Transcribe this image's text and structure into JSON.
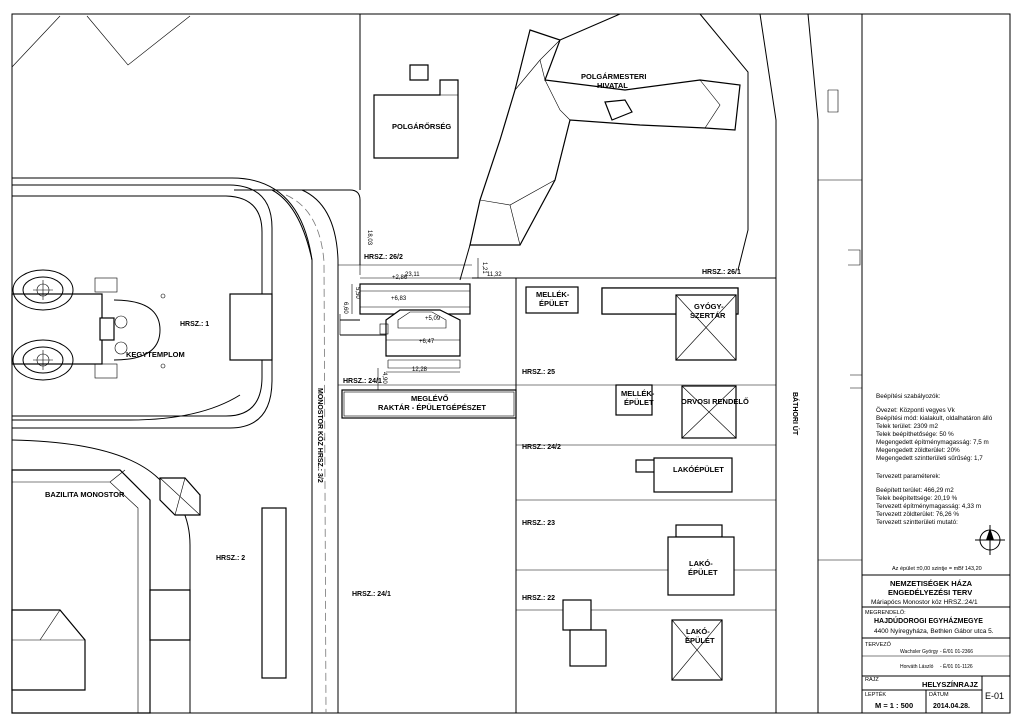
{
  "labels": {
    "polgarorseg": "POLGÁRŐRSÉG",
    "polgarmesteri_1": "POLGÁRMESTERI",
    "polgarmesteri_2": "HIVATAL",
    "kegytemplom": "KEGYTEMPLOM",
    "bazilita": "BAZILITA MONOSTOR",
    "mellek1_1": "MELLÉK-",
    "mellek1_2": "ÉPÜLET",
    "mellek2_1": "MELLÉK-",
    "mellek2_2": "ÉPÜLET",
    "gyogy_1": "GYÓGY-",
    "gyogy_2": "SZERTÁR",
    "orvosi": "ORVOSI RENDELŐ",
    "lakoepulet": "LAKÓÉPÜLET",
    "lako1_1": "LAKÓ-",
    "lako1_2": "ÉPÜLET",
    "lako2_1": "LAKÓ-",
    "lako2_2": "ÉPÜLET",
    "meglevo_1": "MEGLÉVŐ",
    "meglevo_2": "RAKTÁR - ÉPÜLETGÉPÉSZET",
    "monostor_koz": "MONOSTOR KÖZ HRSZ.: 3/2",
    "bathori_ut": "BÁTHORI ÚT"
  },
  "parcels": {
    "p26_2": "HRSZ.: 26/2",
    "p26_1": "HRSZ.: 26/1",
    "p1": "HRSZ.: 1",
    "p24_1a": "HRSZ.: 24/1",
    "p25": "HRSZ.: 25",
    "p24_2": "HRSZ.: 24/2",
    "p23": "HRSZ.: 23",
    "p2": "HRSZ.: 2",
    "p24_1b": "HRSZ.: 24/1",
    "p22": "HRSZ.: 22"
  },
  "dims": {
    "d1803": "18,03",
    "d2311": "23,11",
    "d1132": "11,32",
    "d550": "5,50",
    "d660": "6,60",
    "d1228": "12,28",
    "d490": "4,90",
    "d121": "1,21",
    "lvl286": "+2,86",
    "lvl683": "+6,83",
    "lvl509": "+5,09",
    "lvl647": "+6,47"
  },
  "info": {
    "title": "Beépítési szabályozók:",
    "rules": [
      "Övezet: Központi vegyes Vk",
      "Beépítési mód: kialakult, oldalhatáron álló",
      "Telek terület:  2309 m2",
      "Telek beépíthetősége:  50 %",
      "Megengedett építménymagasság: 7,5 m",
      "Megengedett zöldterület:  20%",
      "Megengedett szintterületi sűrűség: 1,7"
    ],
    "planned_title": "Tervezett paraméterek:",
    "planned": [
      "Beépített terület: 466,29 m2",
      "Telek beépítettsége:  20,19 %",
      "Tervezett építménymagasság: 4,33 m",
      "Tervezett zöldterület: 76,26 %",
      "Tervezett szintterületi mutató:"
    ],
    "level_note": "Az épület ±0,00 szintje = mBf 143,20"
  },
  "titleblock": {
    "project_1": "NEMZETISÉGEK HÁZA",
    "project_2": "ENGEDÉLYEZÉSI TERV",
    "project_3": "Máriapócs Monostor köz  HRSZ.:24/1",
    "client_label": "MEGRENDELŐ:",
    "client_name": "HAJDÚDOROGI EGYHÁZMEGYE",
    "client_addr": "4400 Nyíregyháza, Bethlen Gábor utca 5.",
    "designer_label": "TERVEZŐ",
    "designer1": "Wachsler György",
    "designer1_id": "- É/01 01-2366",
    "designer2": "Horváth László",
    "designer2_id": "- É/01 01-1126",
    "drawing_label": "RAJZ",
    "drawing_name": "HELYSZÍNRAJZ",
    "scale_label": "LEPTÉK",
    "scale": "M = 1 : 500",
    "date_label": "DÁTUM",
    "date": "2014.04.28.",
    "sheet_no": "E-01"
  }
}
